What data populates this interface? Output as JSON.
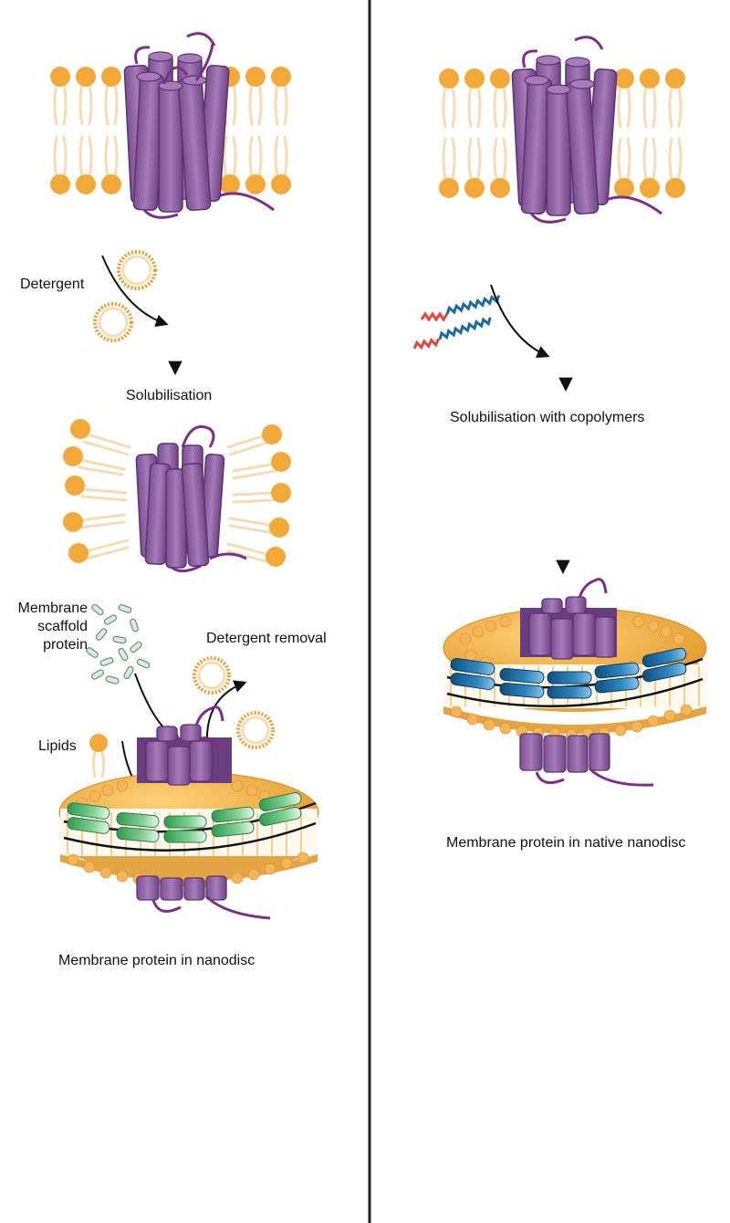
{
  "colors": {
    "protein": "#9466a8",
    "protein_dark": "#6a3d7e",
    "loop": "#7a2f8a",
    "lipid_head": "#f2a93a",
    "lipid_head_dark": "#d98a1f",
    "lipid_tail": "#f6dcb4",
    "msp_green": "#4fb36b",
    "copolymer_blue": "#1e6aa0",
    "copolymer_red": "#e0453e",
    "arrow": "#111111"
  },
  "icons": [
    "membrane-protein-icon",
    "lipid-bilayer-icon",
    "detergent-micelle-icon",
    "membrane-scaffold-protein-icon",
    "lipid-icon",
    "copolymer-icon",
    "nanodisc-icon"
  ],
  "labels": {
    "detergent": "Detergent",
    "solubilisation": "Solubilisation",
    "membrane_scaffold_protein": "Membrane scaffold protein",
    "detergent_removal": "Detergent removal",
    "lipids": "Lipids",
    "result_left": "Membrane protein in nanodisc",
    "solubilisation_copolymers": "Solubilisation with copolymers",
    "result_right": "Membrane protein in native nanodisc"
  }
}
